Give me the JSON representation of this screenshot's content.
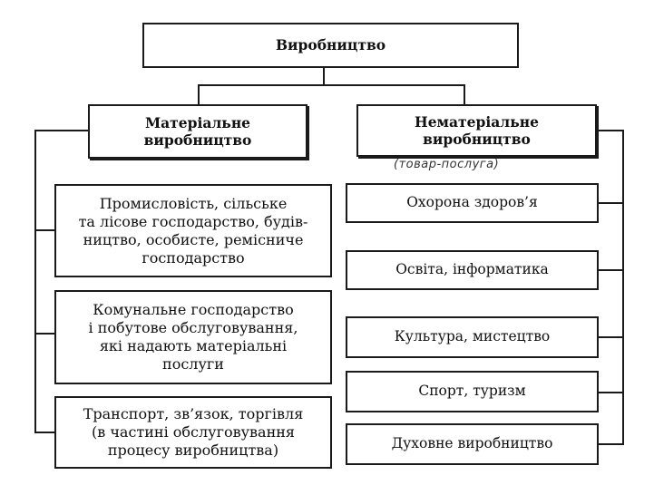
{
  "diagram": {
    "root": "Виробництво",
    "material": {
      "title": "Матеріальне\nвиробництво",
      "items": [
        "Промисловість, сільське\nта лісове господарство, будів-\nництво, особисте, ремісниче\nгосподарство",
        "Комунальне господарство\nі побутове обслуговування,\nякі надають матеріальні\nпослуги",
        "Транспорт, зв’язок, торгівля\n(в частині обслуговування\nпроцесу виробництва)"
      ]
    },
    "nonmaterial": {
      "title": "Нематеріальне\nвиробництво",
      "note": "(товар-послуга)",
      "items": [
        "Охорона здоров’я",
        "Освіта, інформатика",
        "Культура, мистецтво",
        "Спорт, туризм",
        "Духовне виробництво"
      ]
    }
  }
}
